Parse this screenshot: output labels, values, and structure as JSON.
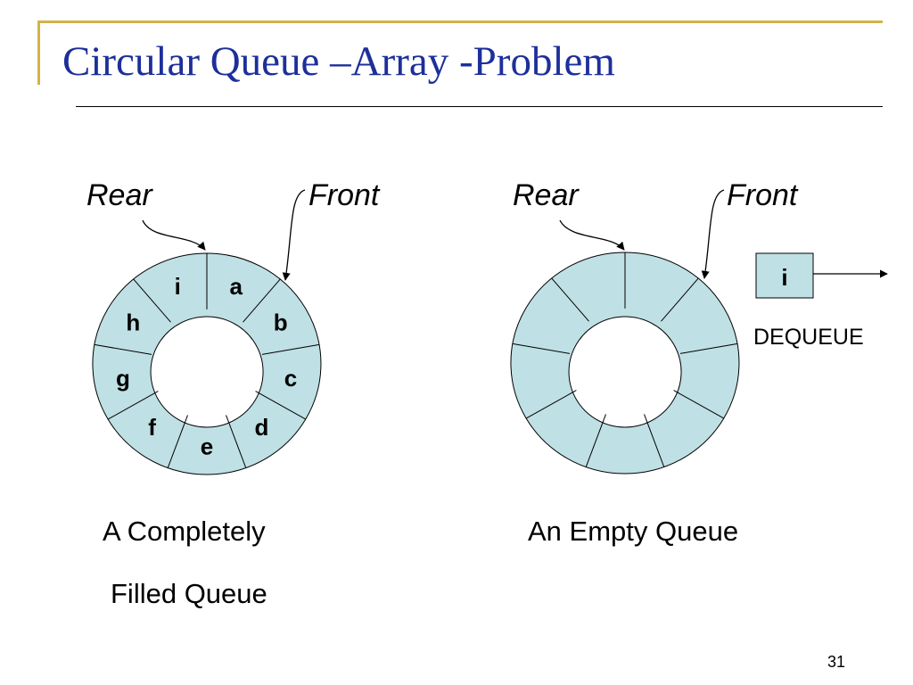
{
  "slide": {
    "title": "Circular Queue –Array -Problem",
    "page_number": "31"
  },
  "full_queue": {
    "rear_label": "Rear",
    "front_label": "Front",
    "slots": [
      "a",
      "b",
      "c",
      "d",
      "e",
      "f",
      "g",
      "h",
      "i"
    ],
    "caption_line1": "A Completely",
    "caption_line2": "Filled Queue"
  },
  "empty_queue": {
    "rear_label": "Rear",
    "front_label": "Front",
    "caption": "An Empty Queue",
    "dequeued_item": "i",
    "dequeue_label": "DEQUEUE"
  },
  "colors": {
    "title": "#1d2f9a",
    "frame_accent": "#d3b24a",
    "ring_fill": "#bfe0e4"
  }
}
